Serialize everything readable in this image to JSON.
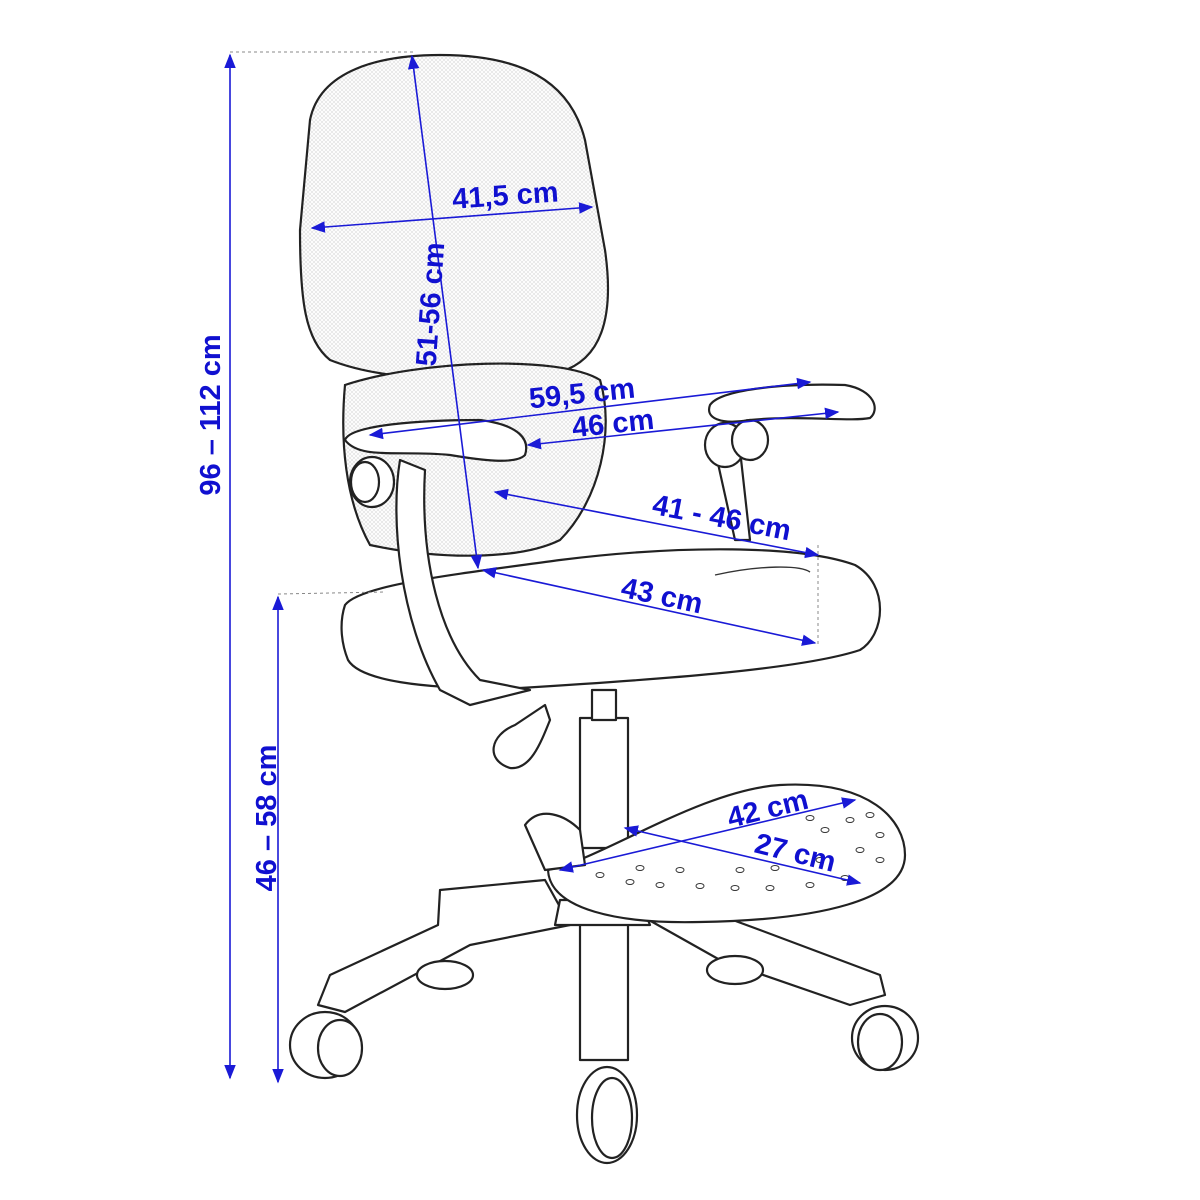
{
  "dimensions": {
    "total_height": "96 – 112 cm",
    "seat_height": "46 – 58 cm",
    "backrest_height": "51-56 cm",
    "backrest_width": "41,5 cm",
    "armrest_outer_width": "59,5 cm",
    "armrest_inner_width": "46 cm",
    "seat_depth_adjust": "41 - 46 cm",
    "seat_depth": "43 cm",
    "footrest_width": "42 cm",
    "footrest_depth": "27 cm"
  },
  "colors": {
    "dimension": "#1010d0",
    "outline": "#222222"
  }
}
